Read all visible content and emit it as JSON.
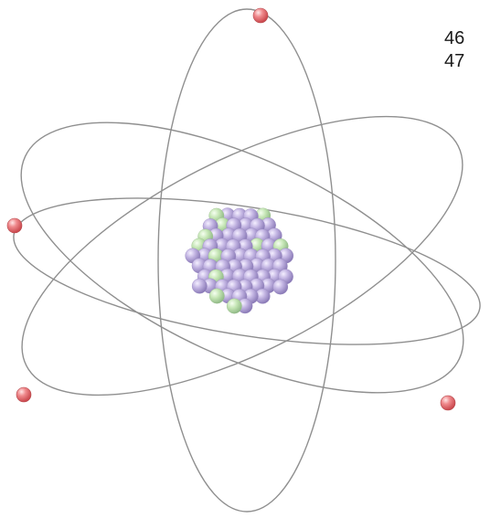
{
  "page_numbers": [
    "46",
    "47"
  ],
  "colors": {
    "orbit_stroke": "#8f8f8f",
    "proton": "#b7a8d6",
    "neutron": "#bfe0b0",
    "electron": "#e86f73",
    "background": "#ffffff"
  },
  "diagram": {
    "orbit_count": 4,
    "electron_count": 4,
    "nucleus": "nucleus-particle-cluster"
  }
}
